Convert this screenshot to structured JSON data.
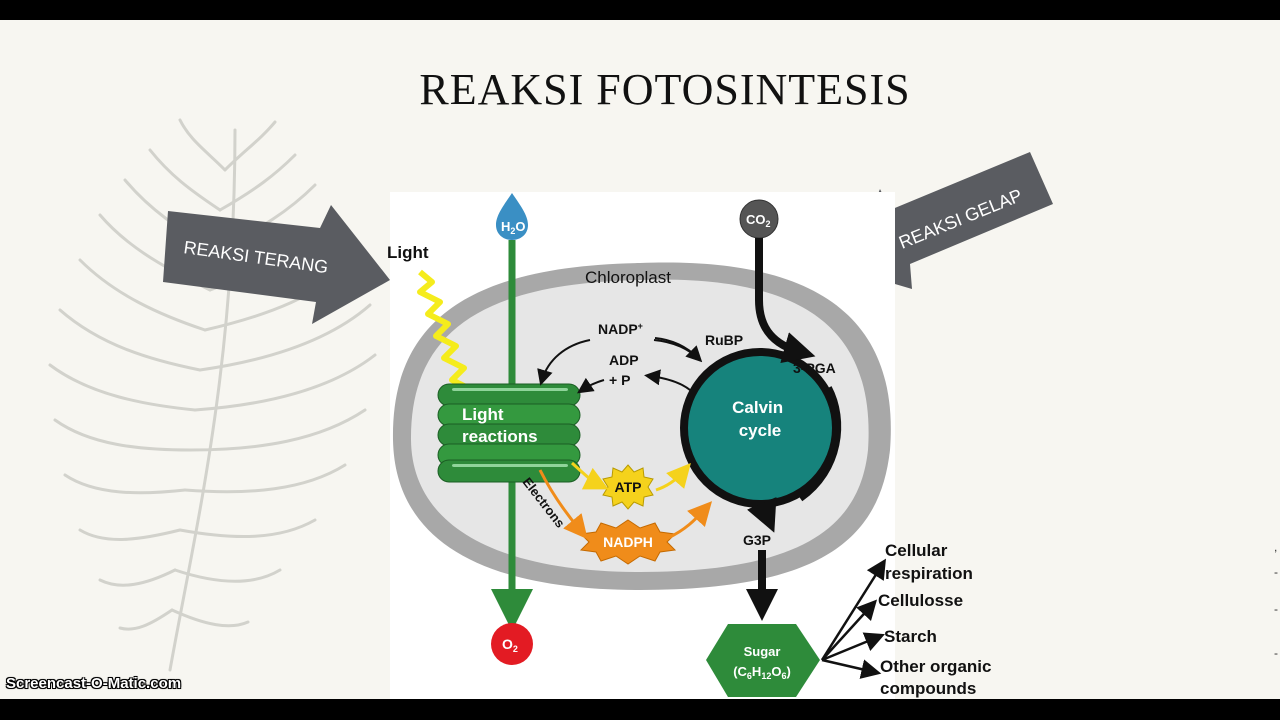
{
  "slide": {
    "title": "REAKSI FOTOSINTESIS",
    "left_arrow_label": "REAKSI TERANG",
    "right_arrow_label": "REAKSI GELAP",
    "watermark": "Screencast-O-Matic.com"
  },
  "diagram": {
    "light": "Light",
    "h2o": "H",
    "h2o_sub": "2",
    "h2o_end": "O",
    "co2": "CO",
    "co2_sub": "2",
    "o2": "O",
    "o2_sub": "2",
    "chloroplast": "Chloroplast",
    "nadp": "NADP",
    "nadp_sup": "+",
    "adp_line1": "ADP",
    "adp_line2": "+ P",
    "rubp": "RuBP",
    "pga": "3-PGA",
    "light_reactions_line1": "Light",
    "light_reactions_line2": "reactions",
    "calvin_line1": "Calvin",
    "calvin_line2": "cycle",
    "atp": "ATP",
    "nadph": "NADPH",
    "electrons": "Electrons",
    "g3p": "G3P",
    "sugar": "Sugar",
    "sugar_formula": {
      "c": "(C",
      "c_sub": "6",
      "h": "H",
      "h_sub": "12",
      "o": "O",
      "o_sub": "6",
      "close": ")"
    },
    "outputs": [
      {
        "line1": "Cellular",
        "line2": "respiration"
      },
      {
        "line1": "Cellulosse",
        "line2": ""
      },
      {
        "line1": "Starch",
        "line2": ""
      },
      {
        "line1": "Other organic",
        "line2": "compounds"
      }
    ]
  },
  "colors": {
    "green": "#2e8b3a",
    "teal": "#16837c",
    "red_o2": "#e31b23",
    "h2o_blue": "#3a8fc4",
    "gray_arrow": "#5a5c61",
    "atp_yellow": "#f5d21c",
    "nadph_orange": "#f08c1a"
  }
}
